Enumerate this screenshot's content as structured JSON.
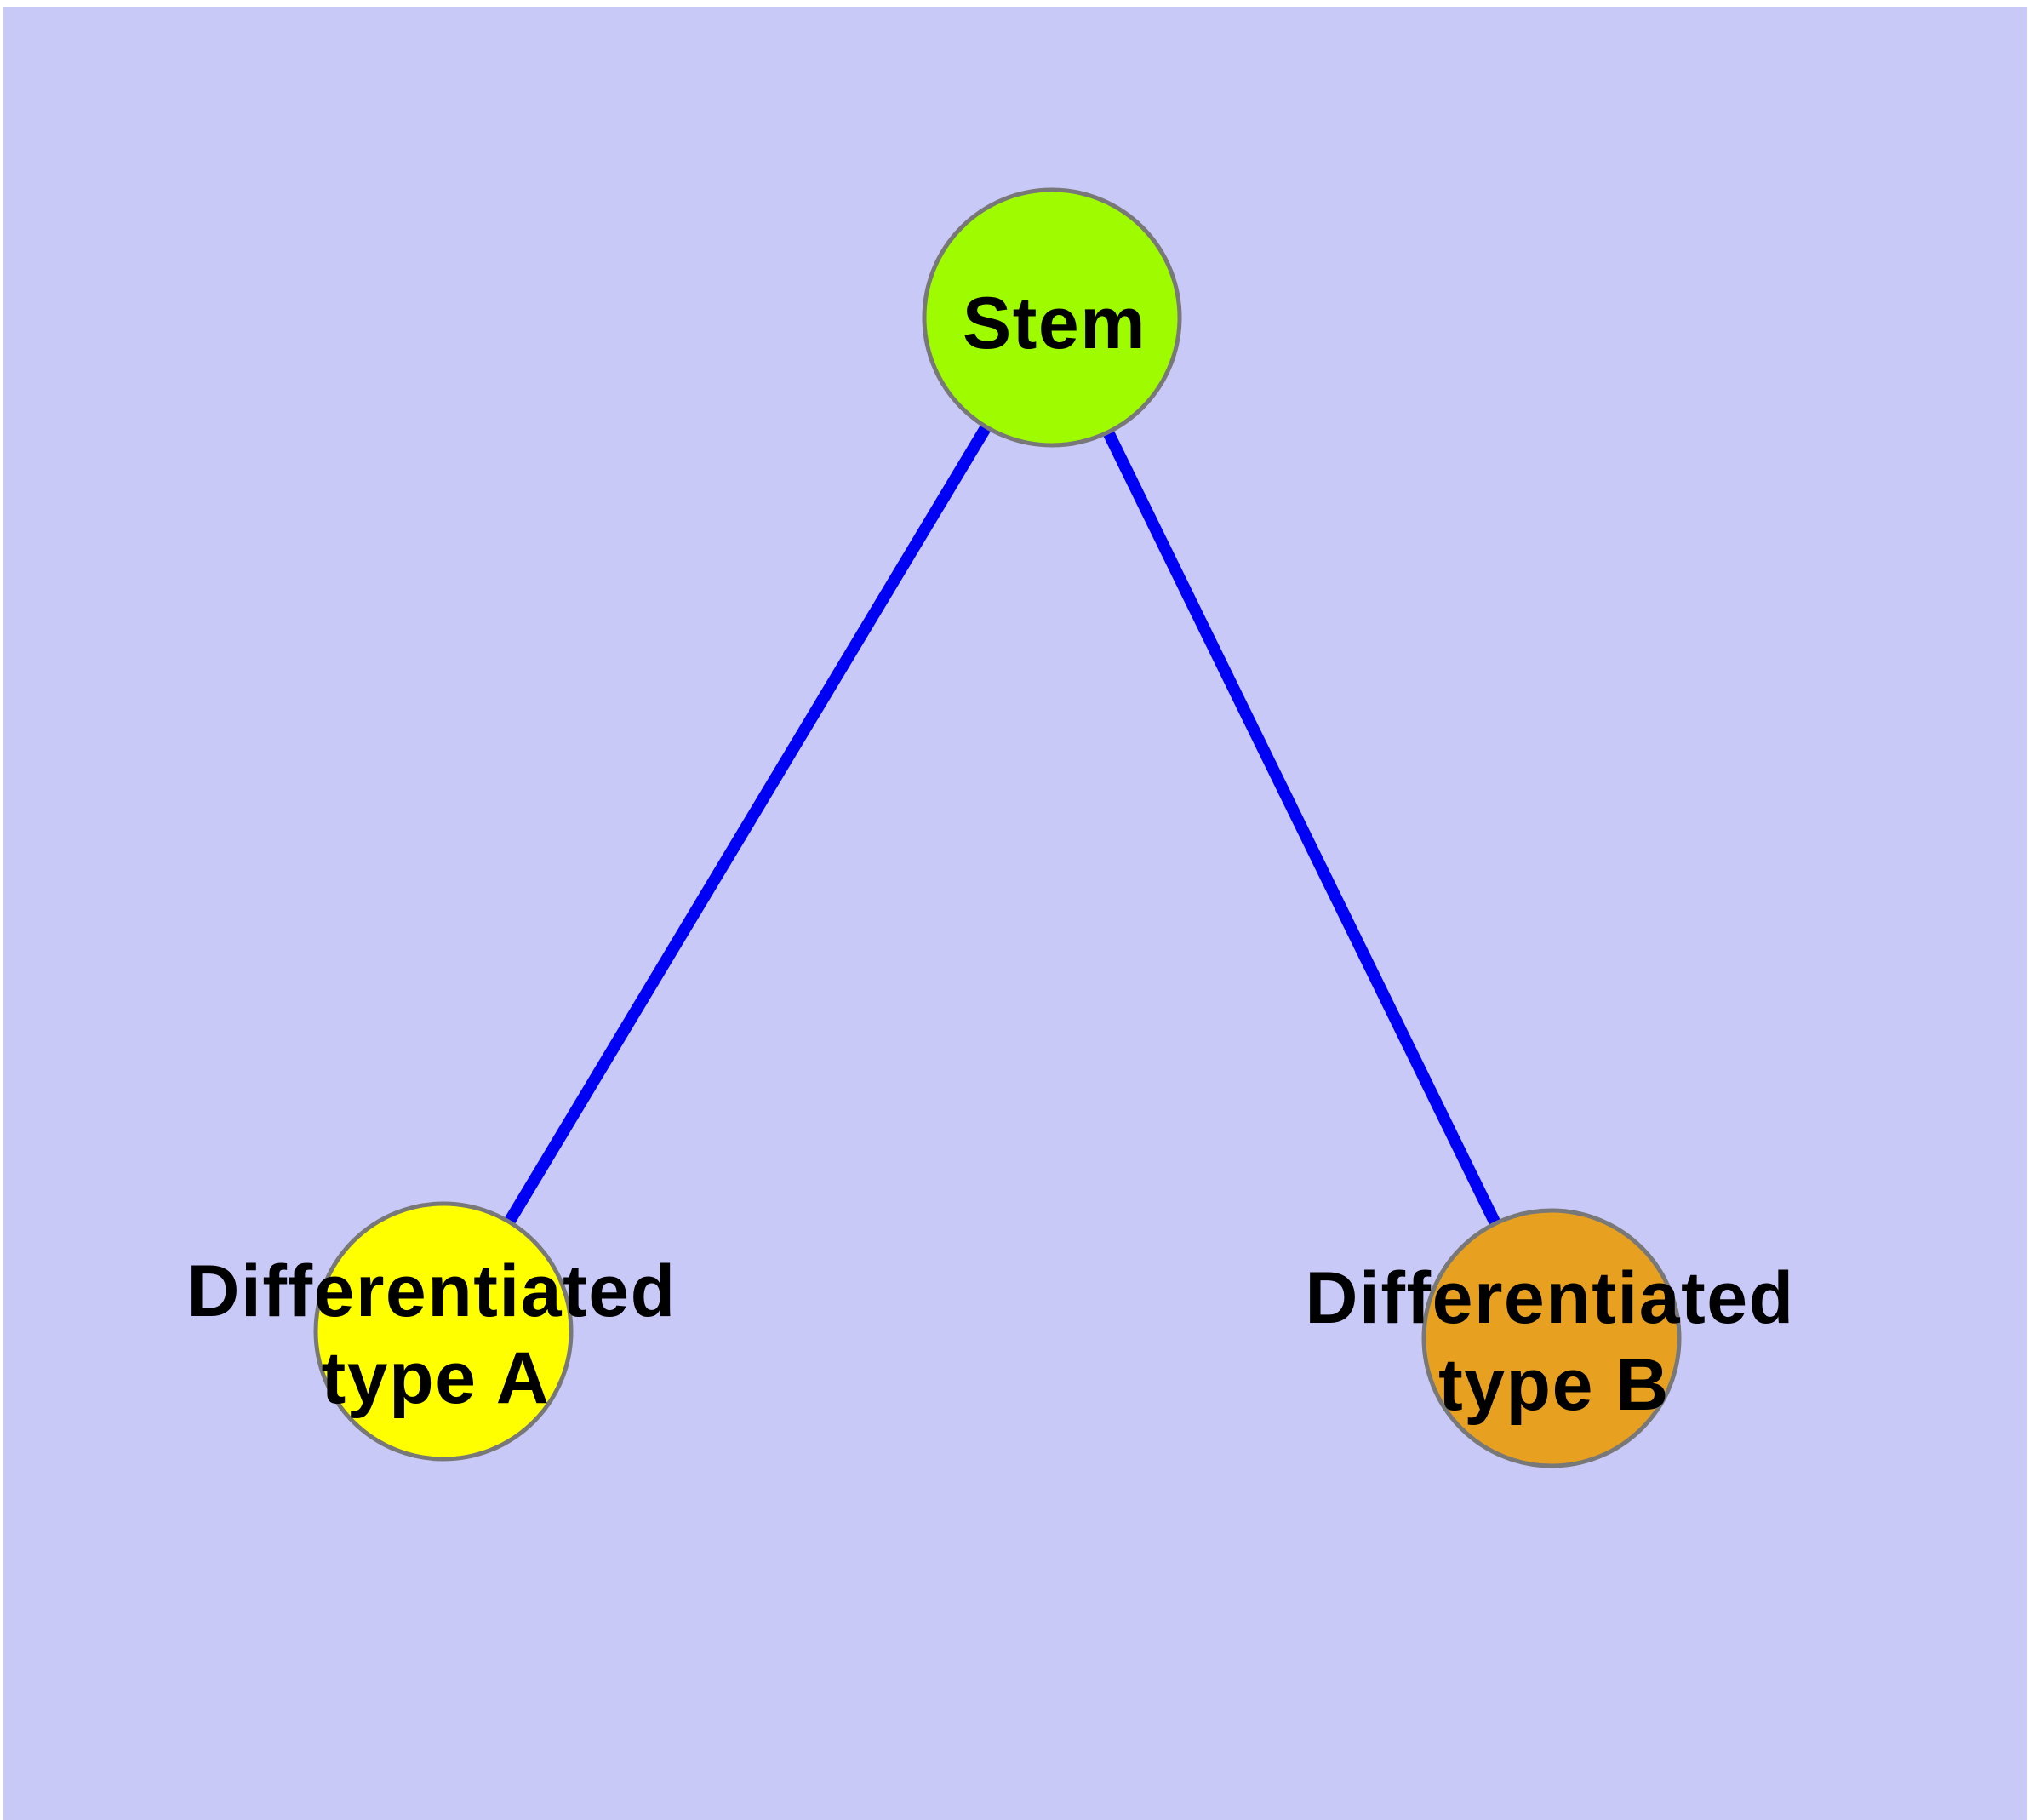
{
  "diagram": {
    "type": "graph",
    "description": "Stem cell differentiation tree diagram",
    "background_color": "#c9c9f8",
    "frame_color": "#ffffff",
    "edge_color": "#0000f5",
    "node_border_color": "#787878",
    "text_color": "#000000",
    "nodes": [
      {
        "id": "stem",
        "label": "Stem",
        "lines": [
          "Stem"
        ],
        "color": "#9ffb00"
      },
      {
        "id": "differentiated-type-a",
        "label": "Differentiated type A",
        "lines": [
          "Differentiated",
          "type A"
        ],
        "color": "#ffff00"
      },
      {
        "id": "differentiated-type-b",
        "label": "Differentiated type B",
        "lines": [
          "Differentiated",
          "type B"
        ],
        "color": "#e7a020"
      }
    ],
    "edges": [
      {
        "from": "stem",
        "to": "differentiated-type-a"
      },
      {
        "from": "stem",
        "to": "differentiated-type-b"
      }
    ]
  }
}
